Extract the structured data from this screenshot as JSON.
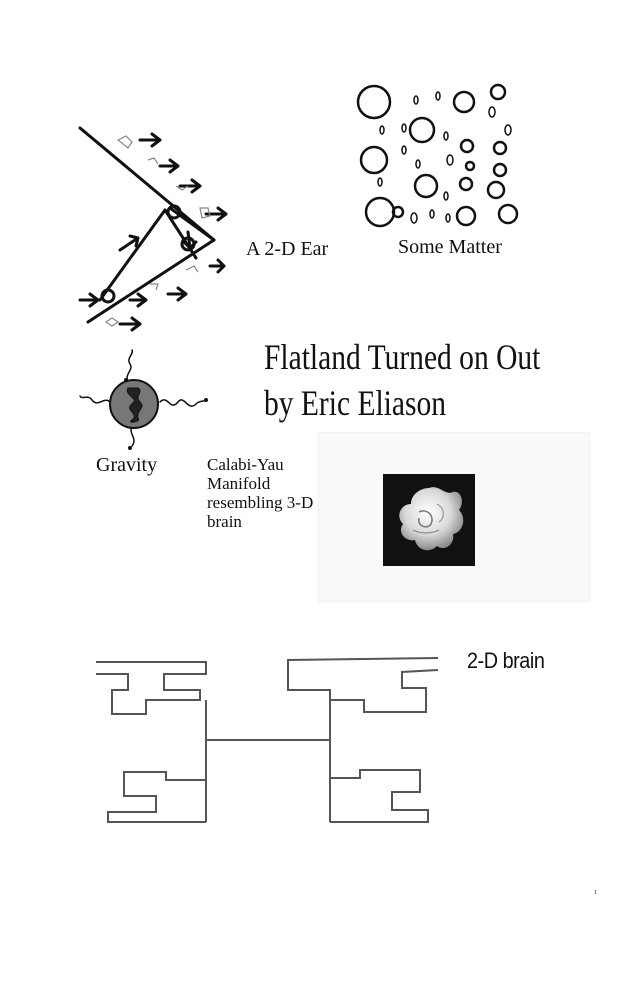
{
  "labels": {
    "ear": "A 2-D Ear",
    "matter": "Some Matter",
    "gravity": "Gravity",
    "calabi_yau": "Calabi-Yau Manifold resembling 3-D brain",
    "brain2d": "2-D brain"
  },
  "title": {
    "line1": "Flatland Turned on Out",
    "line2": "by Eric Eliason"
  },
  "page_number": "1",
  "icons": {
    "ear": "2d-ear-diagram",
    "matter": "matter-particles-sketch",
    "gravity": "gravity-particle-sketch",
    "calabi_yau": "calabi-yau-manifold-photo",
    "brain2d": "2d-brain-maze-sketch"
  }
}
